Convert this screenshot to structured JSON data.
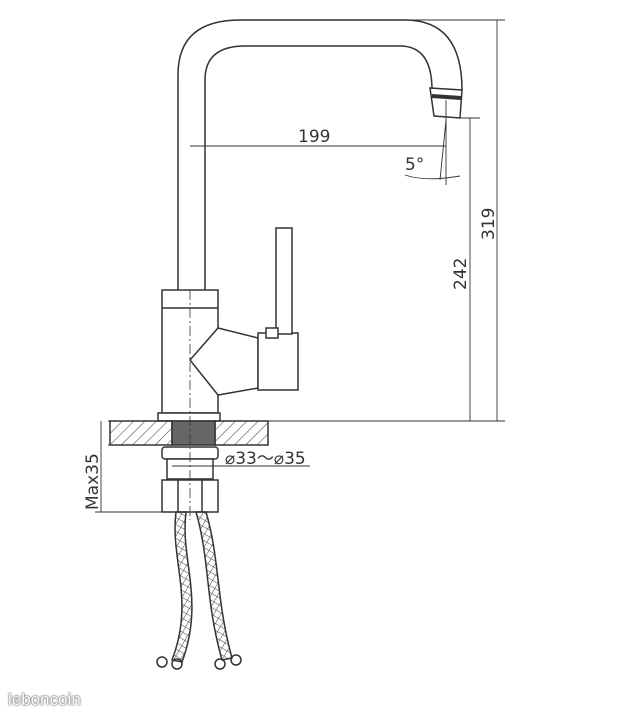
{
  "diagram": {
    "dimensions": {
      "spout_reach": "199",
      "spout_angle": "5°",
      "spout_height": "242",
      "total_height": "319",
      "hole_diameter": "⌀33～⌀35",
      "max_counter_thickness": "Max35"
    },
    "colors": {
      "line": "#333333",
      "hatch": "#555555"
    }
  },
  "watermark": "leboncoin"
}
